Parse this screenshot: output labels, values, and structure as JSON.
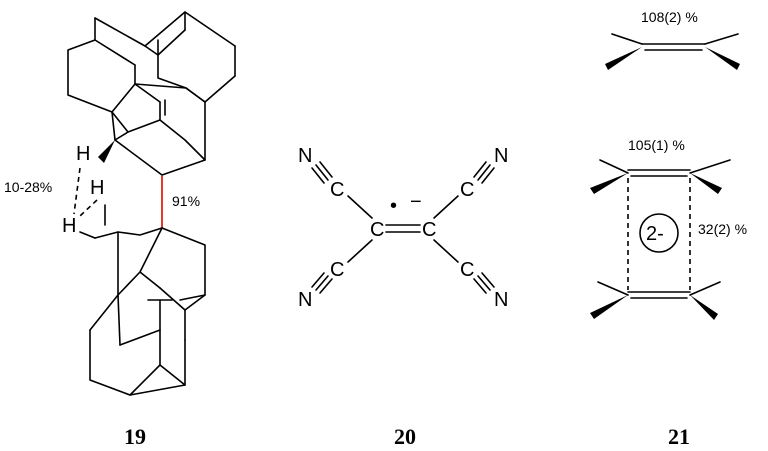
{
  "compound_19": {
    "label": "19",
    "h_atom_1": "H",
    "h_atom_2": "H",
    "h_atom_3": "H",
    "hh_contact_range": "10-28%",
    "cc_bond_percent": "91%"
  },
  "compound_20": {
    "label": "20",
    "carbon_left": "C",
    "carbon_right": "C",
    "c_ul": "C",
    "n_ul": "N",
    "c_ur": "C",
    "n_ur": "N",
    "c_ll": "C",
    "n_ll": "N",
    "c_lr": "C",
    "n_lr": "N",
    "radical_dot": "•",
    "charge": "−"
  },
  "compound_21": {
    "label": "21",
    "top_bond_percent": "108(2) %",
    "dimer_upper_percent": "105(1) %",
    "dimer_side_percent": "32(2) %",
    "dimer_charge": "2-"
  },
  "colors": {
    "highlight_bond": "#e53b2c",
    "line": "#000000"
  }
}
